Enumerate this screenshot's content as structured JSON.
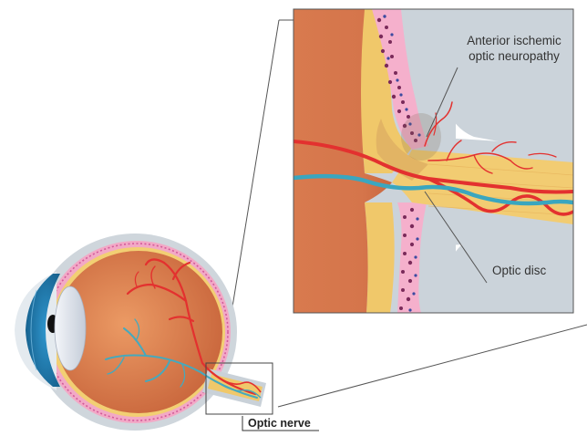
{
  "labels": {
    "anterior_ischemic_line1": "Anterior ischemic",
    "anterior_ischemic_line2": "optic neuropathy",
    "optic_disc": "Optic disc",
    "optic_nerve": "Optic nerve"
  },
  "colors": {
    "choroid_pink": "#f2a7c3",
    "vitreous_orange": "#e2885a",
    "sclera_gray": "#c9d1d8",
    "nerve_yellow": "#f0c86a",
    "artery_red": "#e8323c",
    "vein_teal": "#3aa6bf",
    "iris_blue": "#1f7fb7"
  }
}
